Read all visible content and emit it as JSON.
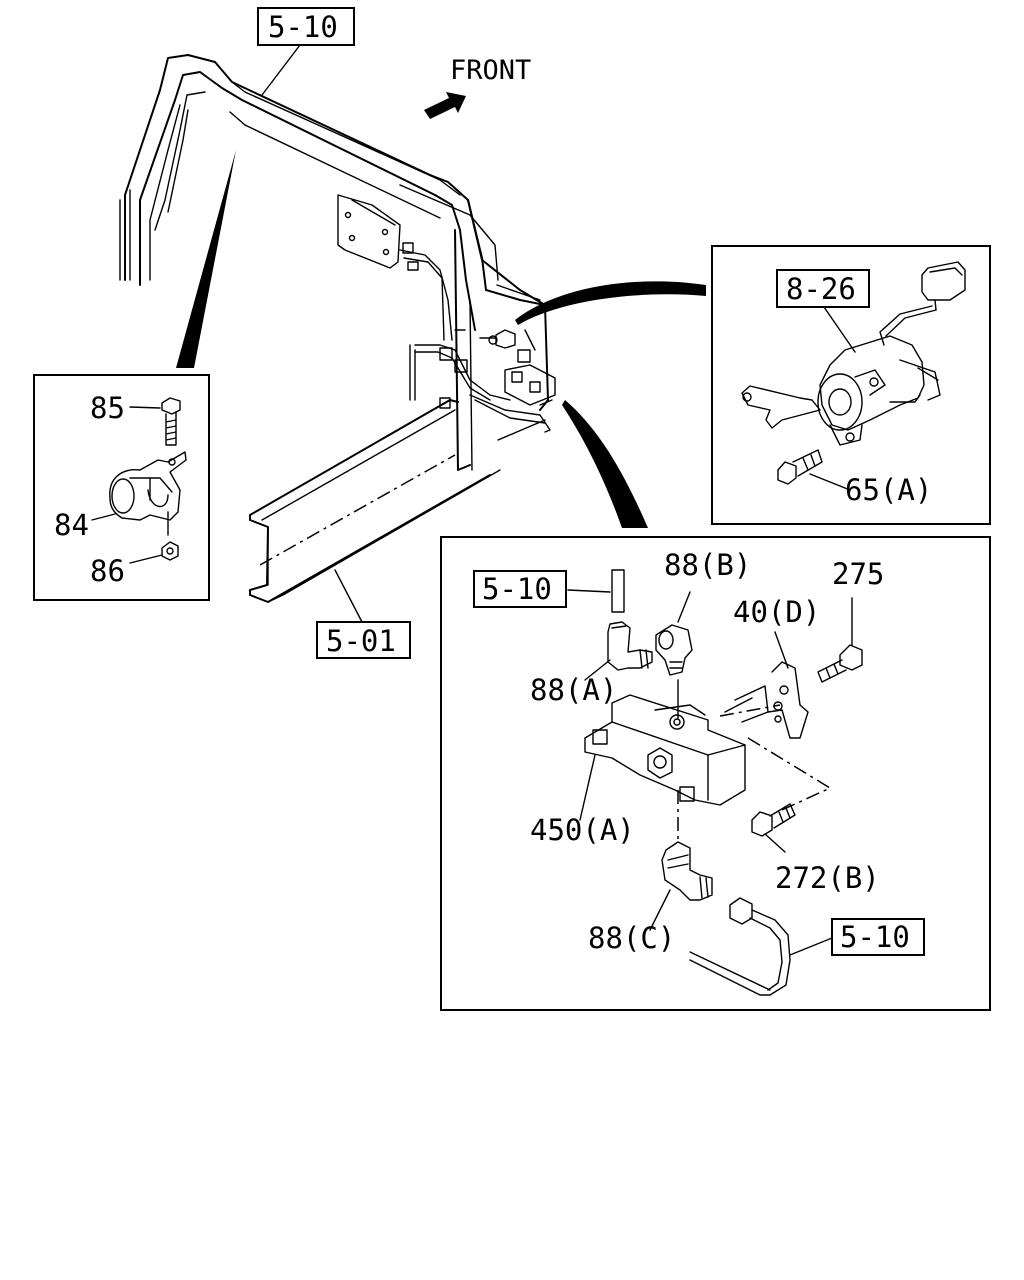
{
  "diagram": {
    "direction_label": "FRONT",
    "section_refs": {
      "frame_top": "5-10",
      "frame_rail": "5-01",
      "solenoid_ref": "8-26",
      "detail_line_top": "5-10",
      "detail_line_bottom": "5-10"
    },
    "part_labels": {
      "p85": "85",
      "p84": "84",
      "p86": "86",
      "p65a": "65(A)",
      "p88b": "88(B)",
      "p275": "275",
      "p40d": "40(D)",
      "p88a": "88(A)",
      "p450a": "450(A)",
      "p272b": "272(B)",
      "p88c": "88(C)"
    }
  }
}
